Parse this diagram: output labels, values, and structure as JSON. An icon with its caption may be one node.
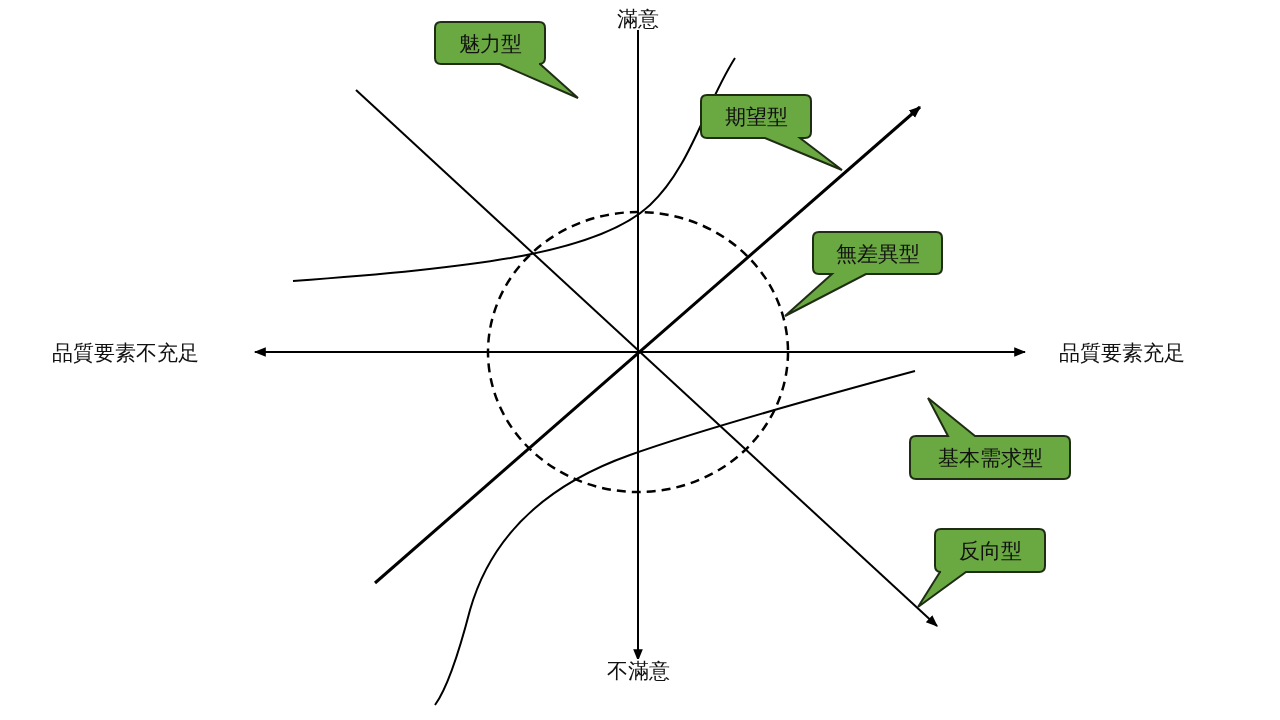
{
  "diagram": {
    "nodes": [
      {
        "text": [
          "魅力型"
        ]
      },
      {
        "text": [
          "期望型"
        ]
      },
      {
        "text": [
          "無差異型"
        ]
      },
      {
        "text": [
          "基本需求型"
        ]
      },
      {
        "text": [
          "反向型"
        ]
      }
    ],
    "labels": [
      "滿意",
      "品質要素不充足",
      "品質要素充足",
      "不滿意"
    ]
  }
}
